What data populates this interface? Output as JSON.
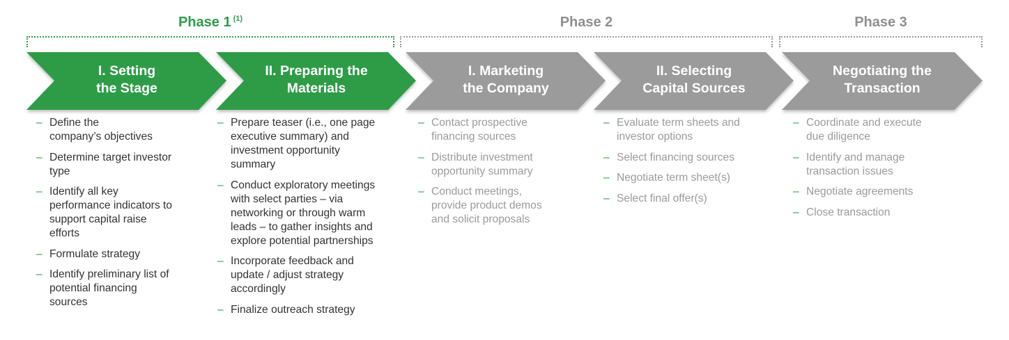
{
  "colors": {
    "green": "#2e9c46",
    "gray": "#9b9b9b",
    "phase_gray": "#8f8f8f",
    "text_dark": "#333333",
    "text_gray": "#9a9a9a"
  },
  "phases": [
    {
      "label": "Phase 1",
      "note": "(1)"
    },
    {
      "label": "Phase 2"
    },
    {
      "label": "Phase 3"
    }
  ],
  "steps": [
    {
      "title": "I. Setting\nthe Stage",
      "items": [
        "Define the\ncompany’s objectives",
        "Determine target investor\ntype",
        "Identify all key\nperformance indicators to\nsupport capital raise\nefforts",
        "Formulate strategy",
        "Identify preliminary list of\npotential financing\nsources"
      ]
    },
    {
      "title": "II. Preparing the\nMaterials",
      "items": [
        "Prepare teaser (i.e., one page\nexecutive summary) and\ninvestment opportunity\nsummary",
        "Conduct exploratory meetings\nwith select parties – via\nnetworking or through warm\nleads – to gather insights and\nexplore potential partnerships",
        "Incorporate feedback and\nupdate / adjust strategy\naccordingly",
        "Finalize outreach strategy"
      ]
    },
    {
      "title": "I. Marketing\nthe Company",
      "items": [
        "Contact prospective\nfinancing sources",
        "Distribute investment\nopportunity summary",
        "Conduct meetings,\nprovide product demos\nand solicit proposals"
      ]
    },
    {
      "title": "II. Selecting\nCapital Sources",
      "items": [
        "Evaluate term sheets and\ninvestor options",
        "Select financing sources",
        "Negotiate term sheet(s)",
        "Select final offer(s)"
      ]
    },
    {
      "title": "Negotiating the\nTransaction",
      "items": [
        "Coordinate and execute\ndue diligence",
        "Identify and manage\ntransaction issues",
        "Negotiate agreements",
        "Close transaction"
      ]
    }
  ]
}
